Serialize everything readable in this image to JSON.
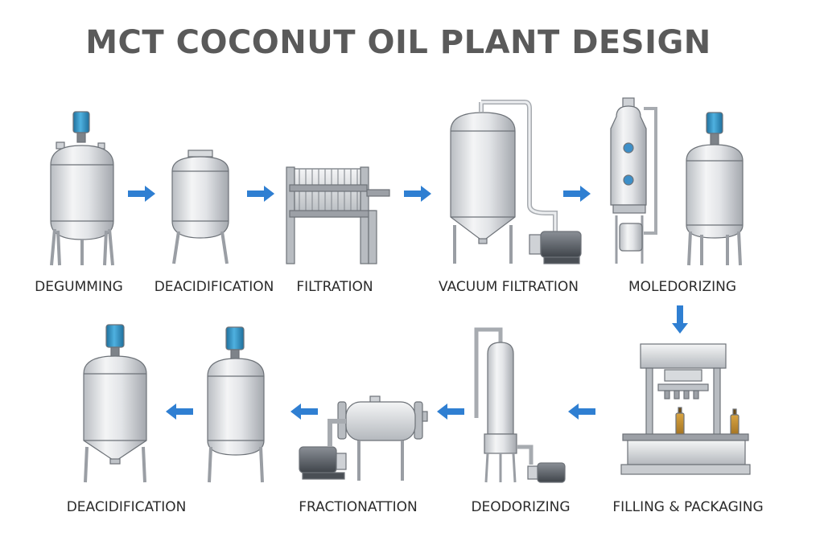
{
  "title": "MCT COCONUT OIL PLANT DESIGN",
  "steps_row1": [
    "DEGUMMING",
    "DEACIDIFICATION",
    "FILTRATION",
    "VACUUM FILTRATION",
    "MOLEDORIZING"
  ],
  "steps_row2": [
    "DEACIDIFICATION",
    "FRACTIONATTION",
    "DEODORIZING",
    "FILLING & PACKAGING"
  ],
  "colors": {
    "arrow": "#2f7fd2",
    "motor": "#2c8fc4",
    "steel_light": "#f2f3f5",
    "steel_dark": "#a9adb3",
    "outline": "#6d7278",
    "title": "#5a5a5a"
  }
}
